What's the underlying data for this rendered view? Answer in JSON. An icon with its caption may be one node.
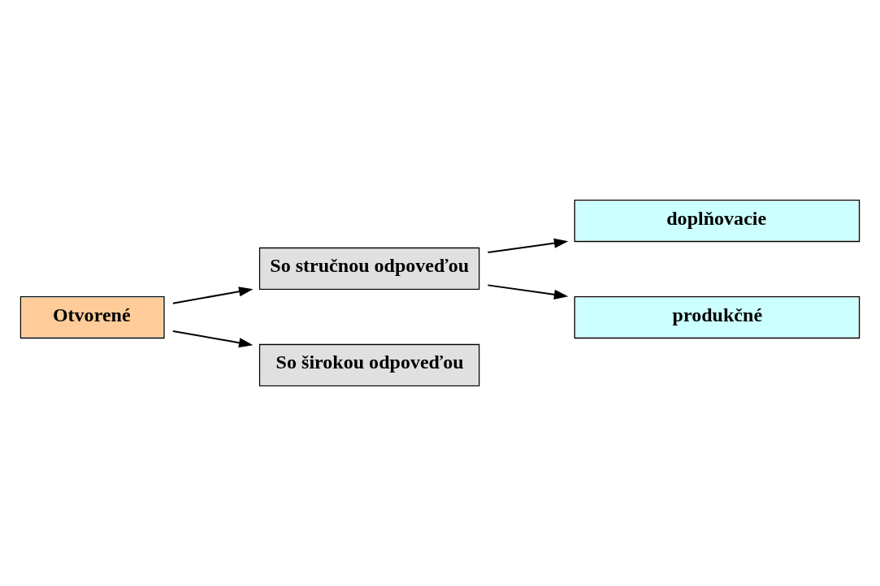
{
  "diagram": {
    "nodes": [
      {
        "text": [
          "Otvorené"
        ]
      },
      {
        "text": [
          "So stručnou odpoveďou"
        ]
      },
      {
        "text": [
          "So širokou odpoveďou"
        ]
      },
      {
        "text": [
          "doplňovacie"
        ]
      },
      {
        "text": [
          "produkčné"
        ]
      }
    ],
    "edges": [
      {
        "from": 0,
        "to": 1,
        "arrow": "to"
      },
      {
        "from": 0,
        "to": 2,
        "arrow": "to"
      },
      {
        "from": 1,
        "to": 3,
        "arrow": "to"
      },
      {
        "from": 1,
        "to": 4,
        "arrow": "to"
      }
    ]
  }
}
